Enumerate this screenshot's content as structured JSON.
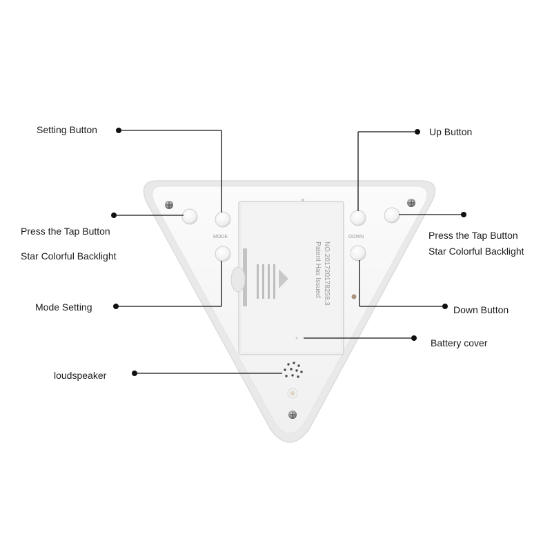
{
  "labels": {
    "setting_button": "Setting Button",
    "up_button": "Up Button",
    "tap_left_line1": "Press the Tap Button",
    "tap_left_line2": "Star Colorful Backlight",
    "tap_right_line1": "Press the Tap Button",
    "tap_right_line2": "Star Colorful Backlight",
    "mode_setting": "Mode Setting",
    "down_button": "Down Button",
    "battery_cover": "Battery cover",
    "loudspeaker": "loudspeaker"
  },
  "device_print": {
    "left_key": "MODE",
    "right_key": "DOWN",
    "patent_line1": "Patent Has Issued",
    "patent_line2": "NO.201720178258.3"
  },
  "colors": {
    "device_body": "#f7f7f7",
    "device_rim": "#e6e6e6",
    "leader_line": "#111111"
  }
}
